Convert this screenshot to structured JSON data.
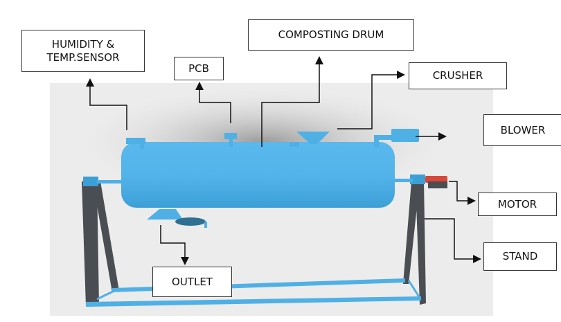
{
  "labels": {
    "humidity": "HUMIDITY &\nTEMP.SENSOR",
    "humidity_line1": "HUMIDITY &",
    "humidity_line2": "TEMP.SENSOR",
    "pcb": "PCB",
    "drum": "COMPOSTING DRUM",
    "crusher": "CRUSHER",
    "blower": "BLOWER",
    "motor": "MOTOR",
    "stand": "STAND",
    "outlet": "OUTLET"
  },
  "colors": {
    "drum": "#4fb0e6",
    "stand": "#4a4e52",
    "motor": "#d9473a",
    "background_panel": "#ececec"
  }
}
